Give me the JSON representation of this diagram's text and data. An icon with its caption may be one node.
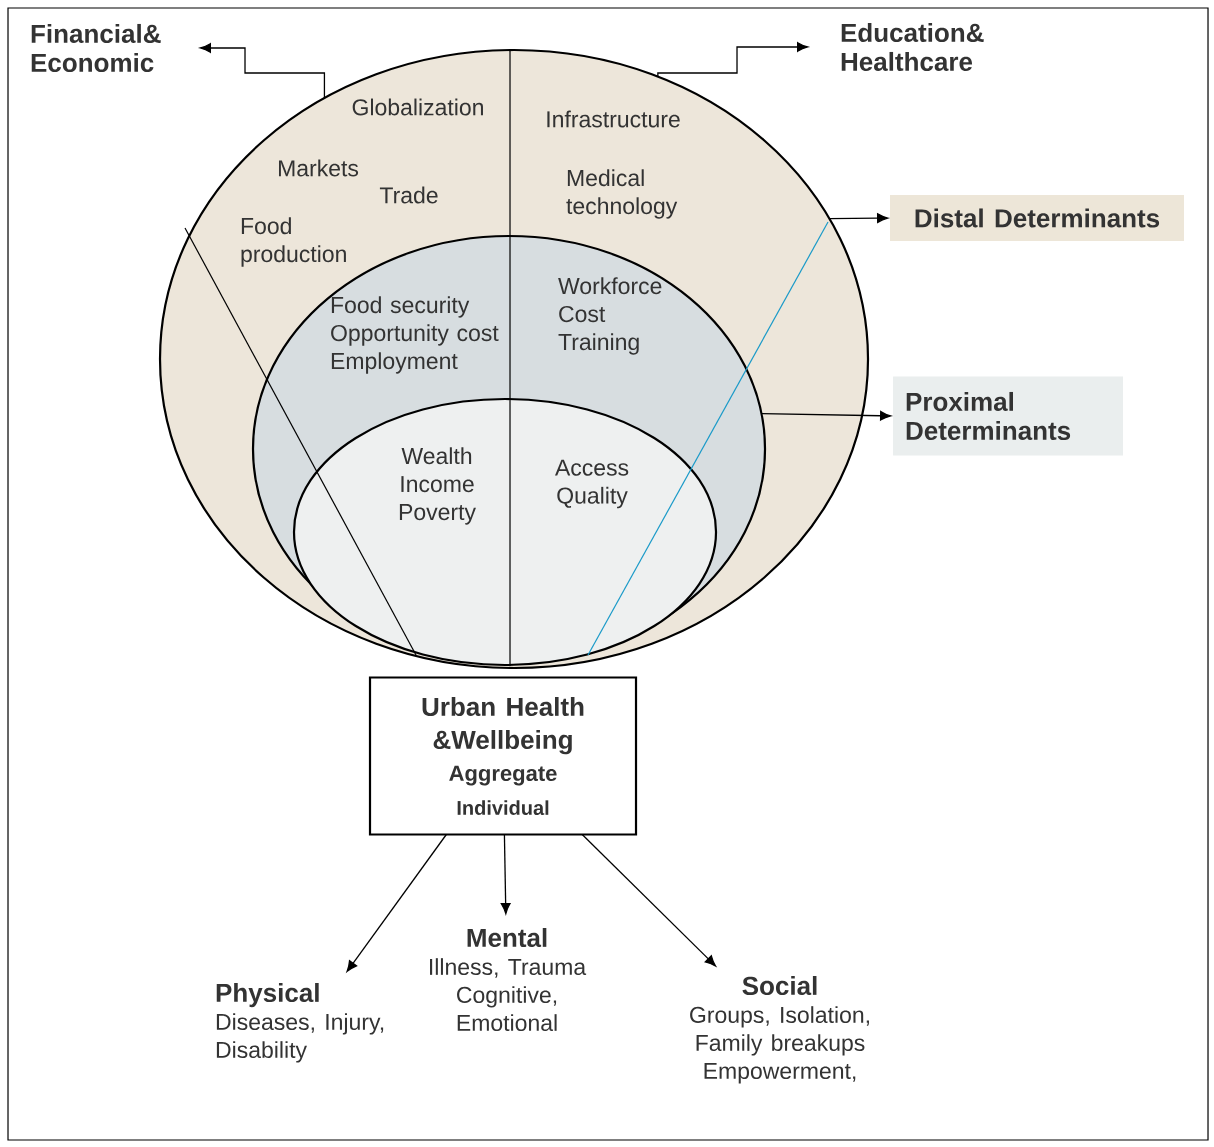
{
  "diagram": {
    "nodes": [
      {
        "text": [
          "Financial& Economic"
        ]
      },
      {
        "text": [
          "Education& Healthcare"
        ]
      },
      {
        "text": [
          "Globalization",
          "Markets",
          "Trade",
          "Food production",
          "Infrastructure",
          "Medical technology"
        ]
      },
      {
        "text": [
          "Food security Opportunity cost Employment",
          "Workforce Cost Training"
        ],
        "in": 2
      },
      {
        "text": [
          "Wealth Income Poverty",
          "Access Quality"
        ],
        "in": 3
      },
      {
        "text": [
          "Distal Determinants"
        ]
      },
      {
        "text": [
          "Proximal Determinants"
        ]
      },
      {
        "text": [
          "Urban Health &Wellbeing",
          "Aggregate",
          "Individual"
        ]
      },
      {
        "text": [
          "Physical",
          "Diseases, Injury, Disability"
        ]
      },
      {
        "text": [
          "Mental",
          "Illness, Trauma Cognitive, Emotional"
        ]
      },
      {
        "text": [
          "Social",
          "Groups, Isolation, Family breakups Empowerment,"
        ]
      }
    ],
    "edges": [
      {
        "from": 2,
        "to": 0,
        "arrow": "to"
      },
      {
        "from": 2,
        "to": 1,
        "arrow": "to"
      },
      {
        "from": 2,
        "to": 5,
        "arrow": "to"
      },
      {
        "from": 3,
        "to": 6,
        "arrow": "to"
      },
      {
        "from": 7,
        "to": 8,
        "arrow": "to"
      },
      {
        "from": 7,
        "to": 9,
        "arrow": "to"
      },
      {
        "from": 7,
        "to": 10,
        "arrow": "to"
      }
    ]
  }
}
